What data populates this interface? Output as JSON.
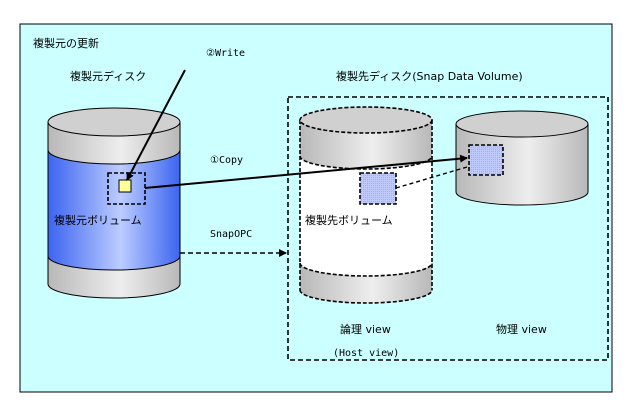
{
  "diagram": {
    "title": "複製元の更新",
    "source_disk_label": "複製元ディスク",
    "target_disk_label": "複製先ディスク(Snap Data Volume)",
    "source_volume_label": "複製元ボリューム",
    "target_volume_label": "複製先ボリューム",
    "write_label": "②Write",
    "copy_label": "①Copy",
    "snapopc_label": "SnapOPC",
    "logical_view_label": "論理 view",
    "host_view_label": "(Host view)",
    "physical_view_label": "物理 view"
  },
  "colors": {
    "background": "#ccffff",
    "disk_gray": "#c8c8c8",
    "disk_light": "#ececec",
    "volume_blue": "#4a6ef0",
    "volume_blue_light": "#b8c8ff",
    "updated_block": "#ffff99",
    "copied_block": "#8aa0f0"
  }
}
